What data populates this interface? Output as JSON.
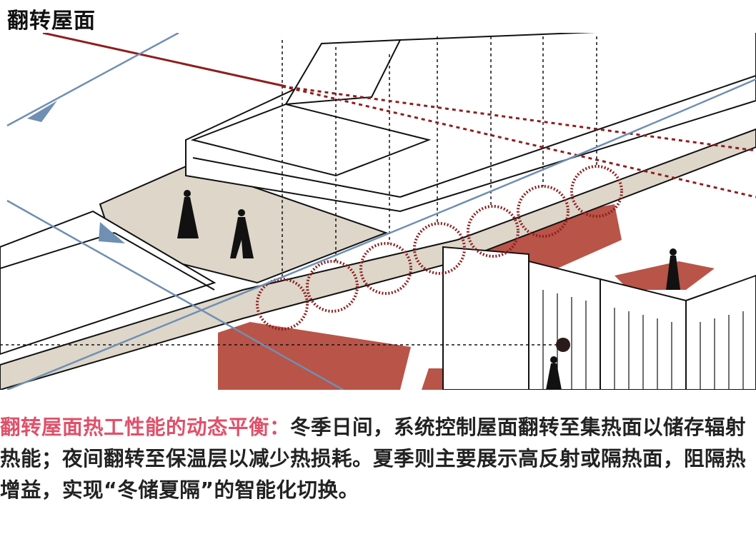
{
  "title": "翻转屋面",
  "caption": {
    "highlight": "翻转屋面热工性能的动态平衡：",
    "body": "冬季日间，系统控制屋面翻转至集热面以储存辐射热能；夜间翻转至保温层以减少热损耗。夏季则主要展示高反射或隔热面，阻隔热增益，实现“冬储夏隔”的智能化切换。"
  },
  "colors": {
    "floor": "#ddd6c9",
    "interior_red": "#b95448",
    "sun_line": "#6f8fb3",
    "dashed_red": "#8e1e1e",
    "outline": "#111111"
  }
}
